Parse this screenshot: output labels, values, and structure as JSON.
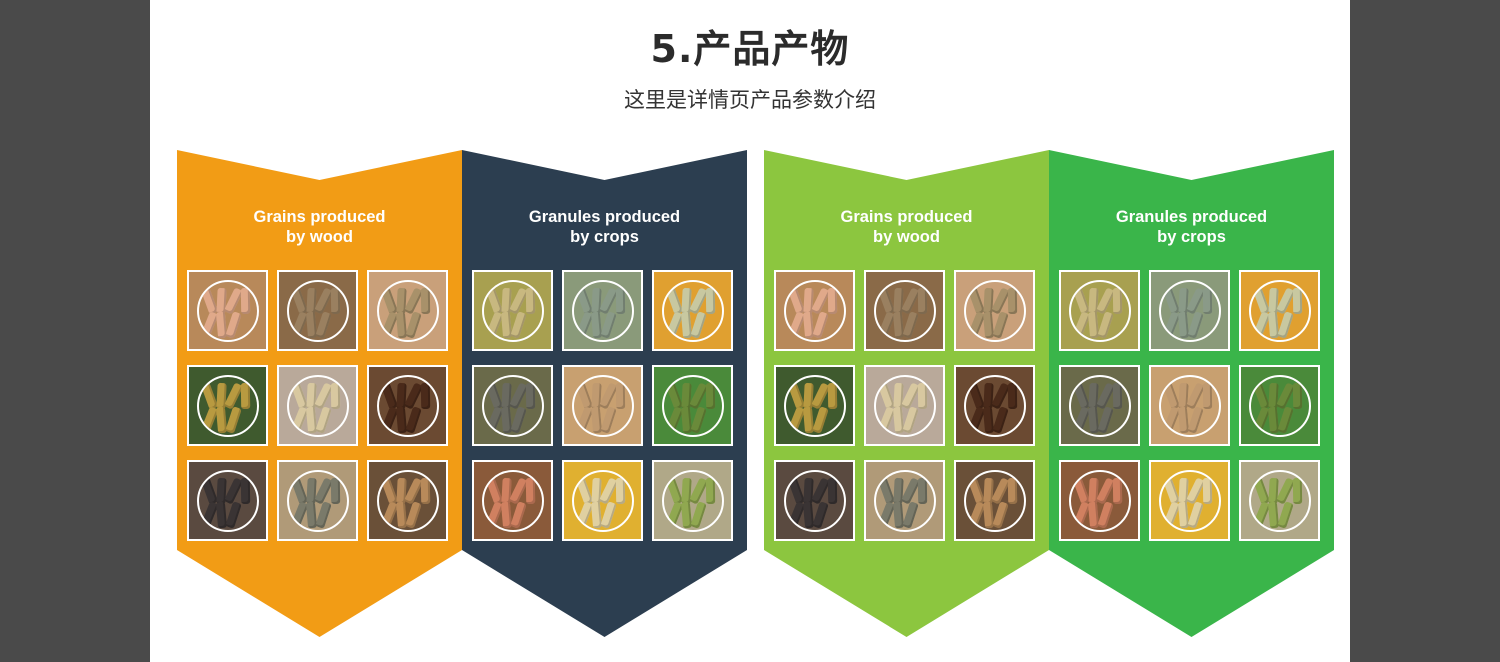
{
  "header": {
    "title": "5.产品产物",
    "subtitle": "这里是详情页产品参数介绍"
  },
  "colors": {
    "outer_background": "#4a4a4a",
    "page_background": "#ffffff",
    "orange": "#f29c15",
    "navy": "#2c3e50",
    "light_green": "#8cc63f",
    "green": "#3ab54a"
  },
  "panels": [
    {
      "id": "orange-wood",
      "color": "#f29c15",
      "heading_line1": "Grains produced",
      "heading_line2": "by wood",
      "tiles": [
        {
          "bg": "#b8895a",
          "pellet": "#e0a98a"
        },
        {
          "bg": "#8a6a48",
          "pellet": "#9a8060"
        },
        {
          "bg": "#c9a07a",
          "pellet": "#a8916a"
        },
        {
          "bg": "#3f5a2e",
          "pellet": "#b89a40"
        },
        {
          "bg": "#b9a99a",
          "pellet": "#d8c8a0"
        },
        {
          "bg": "#6b4a32",
          "pellet": "#4a2a1a"
        },
        {
          "bg": "#5a4a40",
          "pellet": "#3a3434"
        },
        {
          "bg": "#b09a78",
          "pellet": "#7a7a6a"
        },
        {
          "bg": "#6a5038",
          "pellet": "#b88a5a"
        }
      ]
    },
    {
      "id": "navy-crops",
      "color": "#2c3e50",
      "heading_line1": "Granules produced",
      "heading_line2": "by crops",
      "tiles": [
        {
          "bg": "#a8a050",
          "pellet": "#c8b880"
        },
        {
          "bg": "#8a9a7a",
          "pellet": "#8a9a88"
        },
        {
          "bg": "#e0a030",
          "pellet": "#c8c8a0"
        },
        {
          "bg": "#6a6a4a",
          "pellet": "#6a6a60"
        },
        {
          "bg": "#c8a070",
          "pellet": "#c09a70"
        },
        {
          "bg": "#4a8a3a",
          "pellet": "#6a8a3a"
        },
        {
          "bg": "#8a5a3a",
          "pellet": "#d08060"
        },
        {
          "bg": "#e0b030",
          "pellet": "#e0d0a0"
        },
        {
          "bg": "#b0a888",
          "pellet": "#90a850"
        }
      ]
    },
    {
      "id": "lightgreen-wood",
      "color": "#8cc63f",
      "heading_line1": "Grains produced",
      "heading_line2": "by wood",
      "tiles": [
        {
          "bg": "#b8895a",
          "pellet": "#e0a98a"
        },
        {
          "bg": "#8a6a48",
          "pellet": "#9a8060"
        },
        {
          "bg": "#c9a07a",
          "pellet": "#a8916a"
        },
        {
          "bg": "#3f5a2e",
          "pellet": "#b89a40"
        },
        {
          "bg": "#b9a99a",
          "pellet": "#d8c8a0"
        },
        {
          "bg": "#6b4a32",
          "pellet": "#4a2a1a"
        },
        {
          "bg": "#5a4a40",
          "pellet": "#3a3434"
        },
        {
          "bg": "#b09a78",
          "pellet": "#7a7a6a"
        },
        {
          "bg": "#6a5038",
          "pellet": "#b88a5a"
        }
      ]
    },
    {
      "id": "green-crops",
      "color": "#3ab54a",
      "heading_line1": "Granules produced",
      "heading_line2": "by crops",
      "tiles": [
        {
          "bg": "#a8a050",
          "pellet": "#c8b880"
        },
        {
          "bg": "#8a9a7a",
          "pellet": "#8a9a88"
        },
        {
          "bg": "#e0a030",
          "pellet": "#c8c8a0"
        },
        {
          "bg": "#6a6a4a",
          "pellet": "#6a6a60"
        },
        {
          "bg": "#c8a070",
          "pellet": "#c09a70"
        },
        {
          "bg": "#4a8a3a",
          "pellet": "#6a8a3a"
        },
        {
          "bg": "#8a5a3a",
          "pellet": "#d08060"
        },
        {
          "bg": "#e0b030",
          "pellet": "#e0d0a0"
        },
        {
          "bg": "#b0a888",
          "pellet": "#90a850"
        }
      ]
    }
  ]
}
